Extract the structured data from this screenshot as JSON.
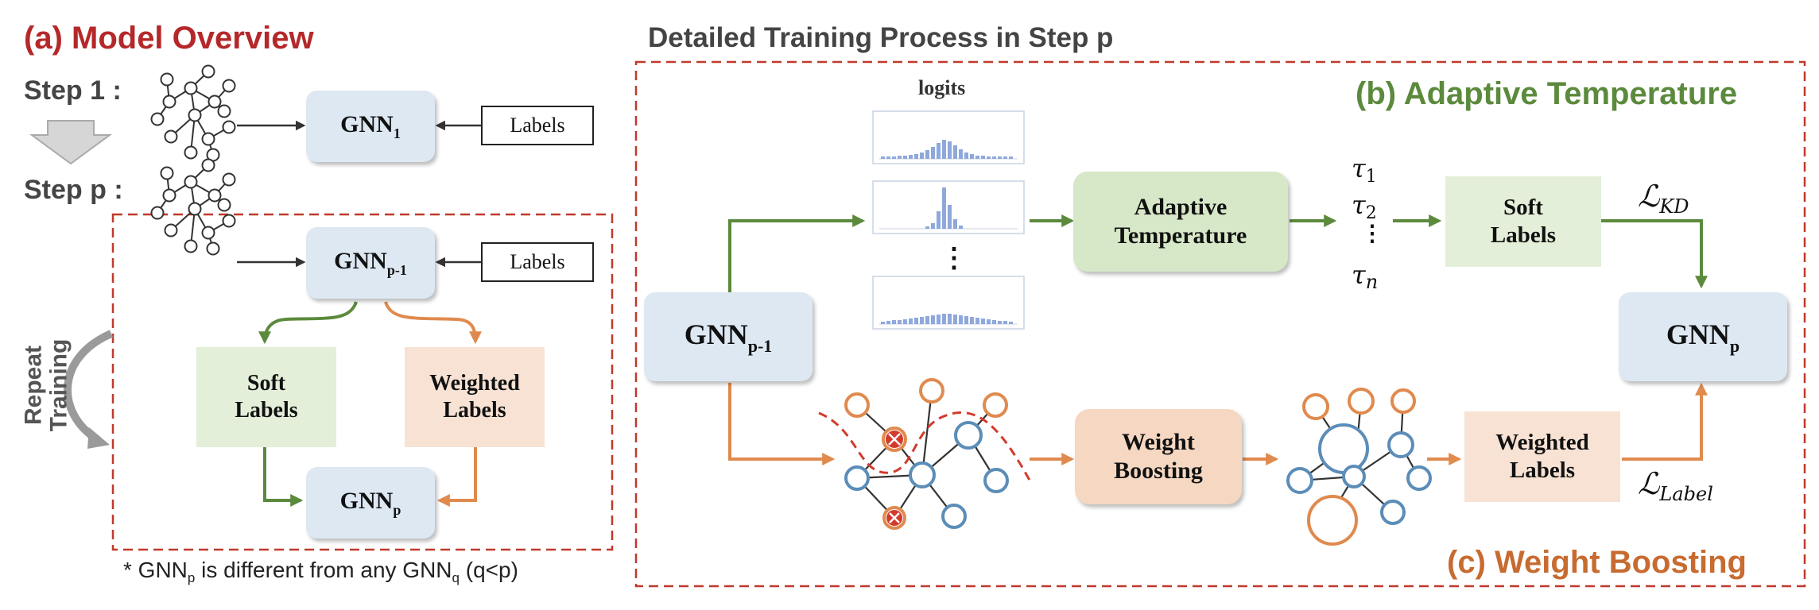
{
  "colors": {
    "accent_red": "#b5282a",
    "accent_green": "#5b8a3c",
    "accent_orange": "#c76b30",
    "gnn_fill": "#dde8f3",
    "soft_fill": "#e3efd9",
    "weighted_fill": "#f7e2d4",
    "node_blue": "#5b8db8",
    "node_orange": "#e08a4e"
  },
  "left": {
    "title": "(a) Model Overview",
    "step1": "Step 1 :",
    "stepp": "Step p :",
    "gnn1_main": "GNN",
    "gnn1_sub": "1",
    "gnnp1_main": "GNN",
    "gnnp1_sub": "p-1",
    "gnnp_main": "GNN",
    "gnnp_sub": "p",
    "labels1": "Labels",
    "labels2": "Labels",
    "soft_line1": "Soft",
    "soft_line2": "Labels",
    "weighted_line1": "Weighted",
    "weighted_line2": "Labels",
    "repeat1": "Repeat",
    "repeat2": "Training",
    "footnote_pre": "* GNN",
    "footnote_sub1": "p",
    "footnote_mid": " is different from any GNN",
    "footnote_sub2": "q",
    "footnote_post": " (q<p)"
  },
  "right": {
    "title": "Detailed Training Process in Step p",
    "adaptive_title": "(b) Adaptive Temperature",
    "weight_title": "(c) Weight Boosting",
    "logits": "logits",
    "vdots": "⋮",
    "gnnp1_main": "GNN",
    "gnnp1_sub": "p-1",
    "gnnp_main": "GNN",
    "gnnp_sub": "p",
    "adaptive_line1": "Adaptive",
    "adaptive_line2": "Temperature",
    "tau1_sym": "τ",
    "tau1_sub": "1",
    "tau2_sym": "τ",
    "tau2_sub": "2",
    "tau_dots": "⋮",
    "taun_sym": "τ",
    "taun_sub": "n",
    "soft_line1": "Soft",
    "soft_line2": "Labels",
    "weight_line1": "Weight",
    "weight_line2": "Boosting",
    "weighted_line1": "Weighted",
    "weighted_line2": "Labels",
    "lkd_sym": "ℒ",
    "lkd_sub": "KD",
    "llabel_sym": "ℒ",
    "llabel_sub": "Label"
  }
}
